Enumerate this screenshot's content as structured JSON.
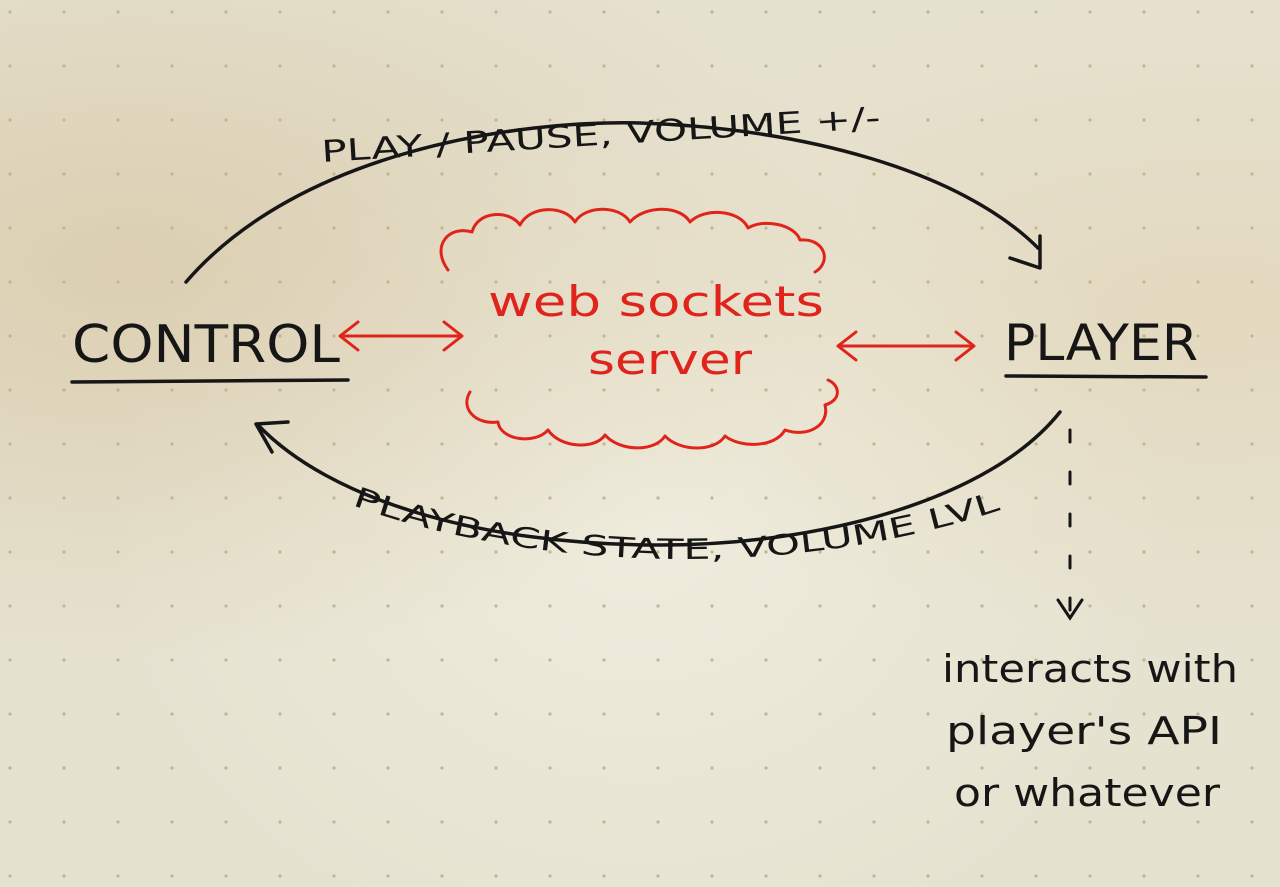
{
  "nodes": {
    "control": "CONTROL",
    "player": "PLAYER",
    "server_line1": "web sockets",
    "server_line2": "server"
  },
  "edges": {
    "top_label": "PLAY / PAUSE, VOLUME +/-",
    "bottom_label": "PLAYBACK STATE, VOLUME LVL"
  },
  "note": {
    "line1": "interacts with",
    "line2": "player's API",
    "line3": "or whatever"
  },
  "colors": {
    "ink": "#161616",
    "red_ink": "#e0241c",
    "paper": "#e6e2d0",
    "dot_grid": "#bfb78f"
  }
}
